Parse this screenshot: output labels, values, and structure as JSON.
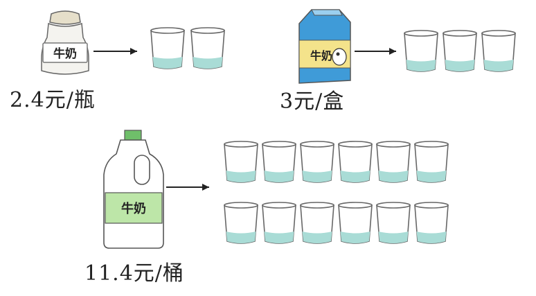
{
  "items": [
    {
      "name": "bottle",
      "label": "牛奶",
      "price": "2.4元/瓶",
      "cups": 2
    },
    {
      "name": "carton",
      "label": "牛奶",
      "price": "3元/盒",
      "cups": 3
    },
    {
      "name": "jug",
      "label": "牛奶",
      "price": "11.4元/桶",
      "cups": 12
    }
  ],
  "colors": {
    "milk": "#ffffff",
    "cup_bottom": "#a9dcd6",
    "carton_blue": "#3f9bd8",
    "carton_yellow": "#f4e38b",
    "jug_label": "#bde6a8",
    "jug_cap": "#6fbf6a",
    "bottle_cap": "#d8d0b8"
  },
  "icons": [
    "milk-bottle-icon",
    "milk-carton-icon",
    "milk-jug-icon",
    "arrow-icon",
    "cup-icon"
  ]
}
